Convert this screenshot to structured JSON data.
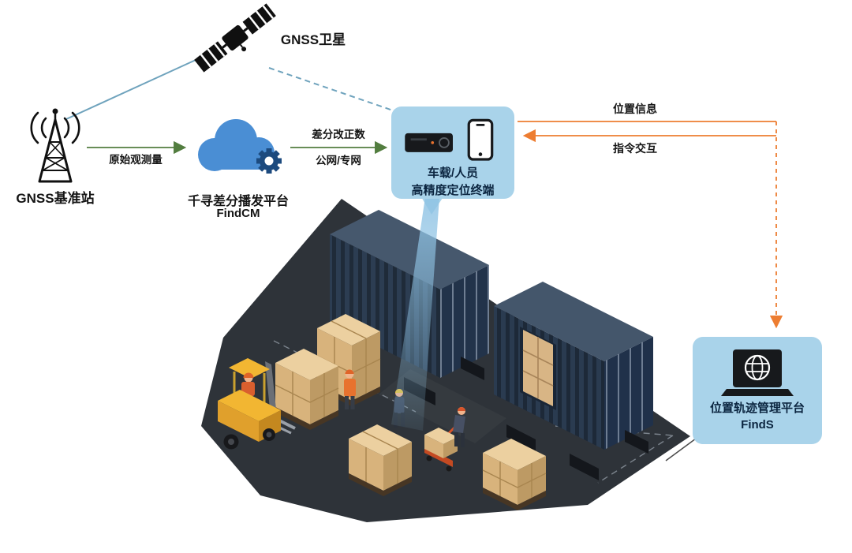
{
  "nodes": {
    "satellite": {
      "label": "GNSS卫星"
    },
    "base_station": {
      "label": "GNSS基准站"
    },
    "cloud": {
      "title": "千寻差分播发平台",
      "subtitle": "FindCM"
    },
    "terminal": {
      "line1": "车载/人员",
      "line2": "高精度定位终端"
    },
    "management": {
      "line1": "位置轨迹管理平台",
      "line2": "FindS"
    }
  },
  "edges": {
    "raw_observation": "原始观测量",
    "correction_line1": "差分改正数",
    "correction_line2": "公网/专网",
    "location_info": "位置信息",
    "command_interaction": "指令交互"
  },
  "icons": {
    "satellite": "gnss-satellite-icon",
    "base_station": "radio-tower-icon",
    "cloud": "cloud-gear-icon",
    "terminal_receiver": "receiver-icon",
    "terminal_phone": "smartphone-icon",
    "management": "laptop-globe-icon"
  },
  "colors": {
    "panel_bg": "#a9d3ea",
    "panel_text": "#0b2540",
    "arrow_green": "#527d3f",
    "arrow_orange": "#ed7d31",
    "line_blue": "#6fa3bd",
    "cloud_blue": "#4a8ed4",
    "gear_blue": "#1c4a7e"
  }
}
